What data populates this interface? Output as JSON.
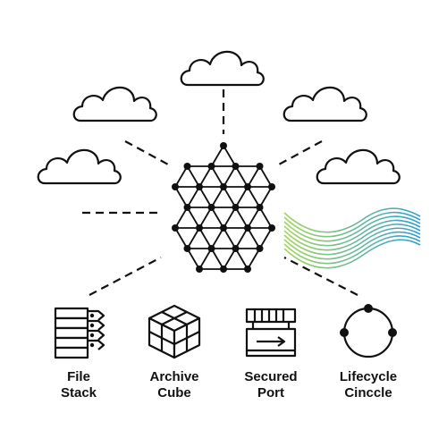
{
  "colors": {
    "stroke": "#111111",
    "background": "#ffffff",
    "wave_start": "#2f9fcf",
    "wave_end": "#a4d65e"
  },
  "icons": [
    {
      "name": "file-stack-icon",
      "line1": "File",
      "line2": "Stack"
    },
    {
      "name": "archive-cube-icon",
      "line1": "Archive",
      "line2": "Cube"
    },
    {
      "name": "secured-port-icon",
      "line1": "Secured",
      "line2": "Port"
    },
    {
      "name": "lifecycle-circle-icon",
      "line1": "Lifecycle",
      "line2": "Cinccle"
    }
  ]
}
